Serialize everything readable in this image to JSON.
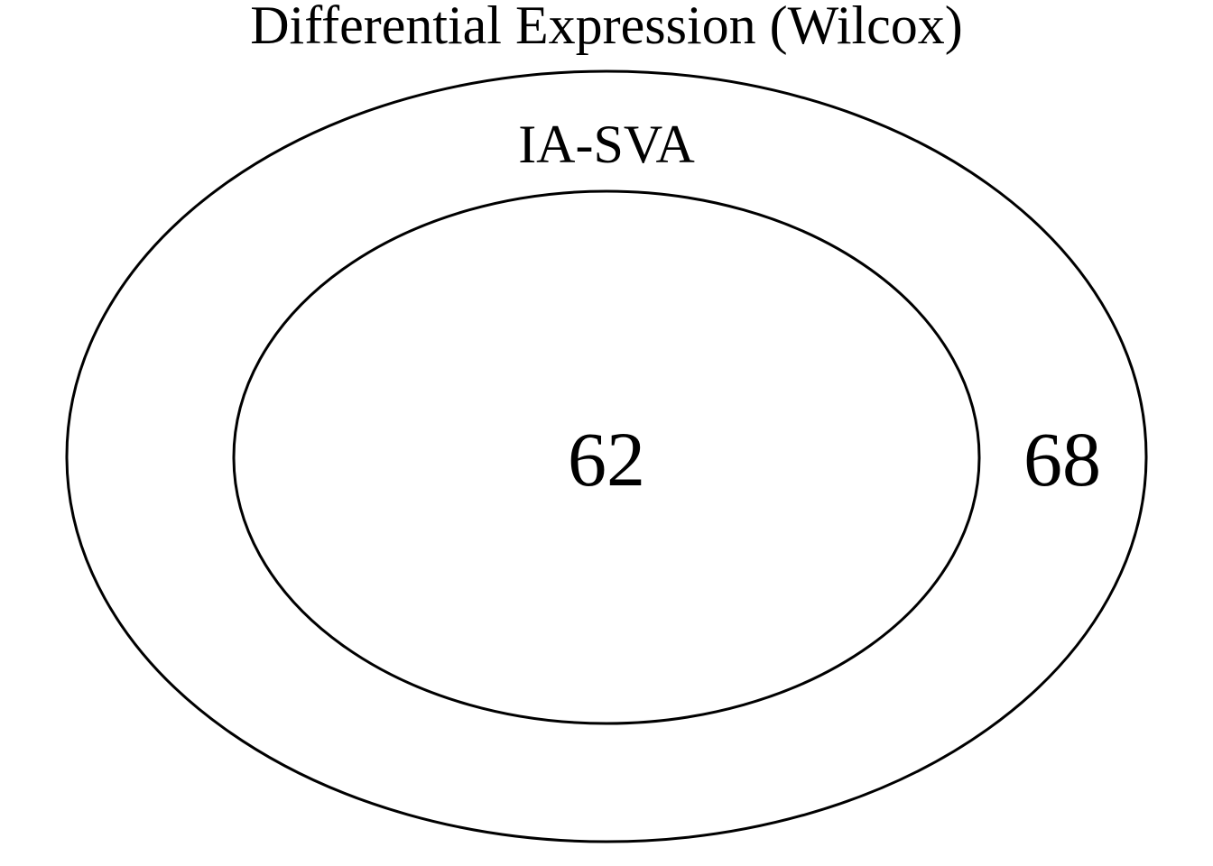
{
  "title": "Differential Expression (Wilcox)",
  "sets": [
    {
      "label": "IA-SVA"
    },
    {
      "label": ""
    }
  ],
  "regions": {
    "intersection": "62",
    "outer_only": "68"
  },
  "colors": {
    "stroke": "#000000",
    "background": "#ffffff"
  }
}
